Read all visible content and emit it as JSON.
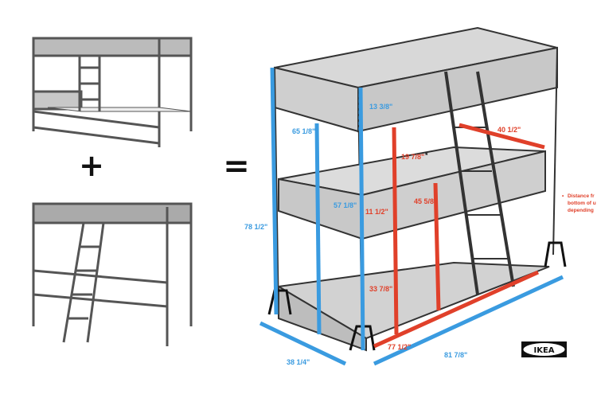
{
  "symbols": {
    "plus": "+",
    "equals": "="
  },
  "colors": {
    "blue_dimension": "#3a9be0",
    "red_dimension": "#e0402a",
    "frame": "#555555",
    "panel": "#c8c8c8"
  },
  "dimensions": {
    "guard_height": "13 3/8\"",
    "top_clearance": "65 1/8\"",
    "middle_bed_width": "40 1/2\"",
    "middle_guard": "19 7/8\"",
    "middle_height": "57 1/8\"",
    "middle_rail": "11 1/2\"",
    "middle_platform_height": "45 5/8\"",
    "total_height": "78 1/2\"",
    "bottom_clearance": "33 7/8\"",
    "bottom_length": "77 1/2\"",
    "total_width": "38 1/4\"",
    "total_length": "81 7/8\""
  },
  "note": {
    "marker": "*",
    "lines": [
      "Distance fr",
      "bottom of u",
      "depending"
    ]
  },
  "logo": "IKEA"
}
